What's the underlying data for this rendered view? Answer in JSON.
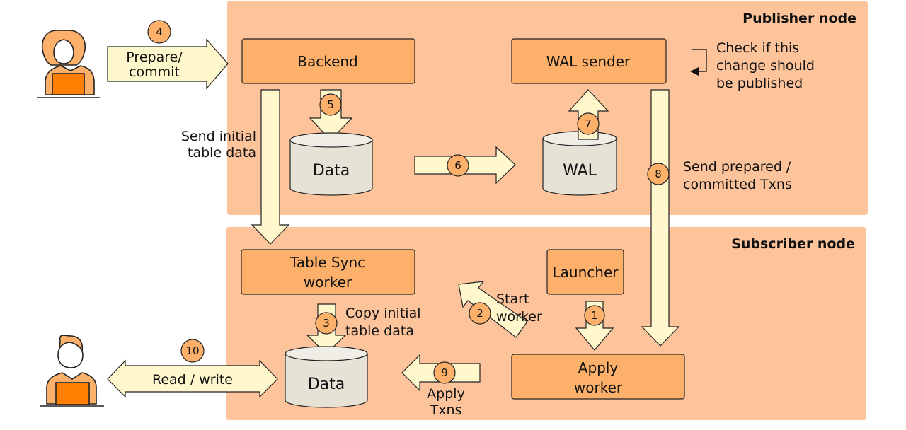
{
  "colors": {
    "node_background": "#fdc39b",
    "process_box": "#fdb06a",
    "arrow_fill": "#fff8cc",
    "storage_fill": "#e6e3d6",
    "laptop": "#ff8000"
  },
  "publisher": {
    "title": "Publisher node",
    "backend_label": "Backend",
    "wal_sender_label": "WAL sender",
    "data_label": "Data",
    "wal_label": "WAL",
    "check_note": [
      "Check if this",
      "change should",
      "be published"
    ],
    "send_txns_note": [
      "Send prepared /",
      "committed Txns"
    ]
  },
  "subscriber": {
    "title": "Subscriber node",
    "table_sync_label": [
      "Table Sync",
      "worker"
    ],
    "launcher_label": "Launcher",
    "apply_worker_label": [
      "Apply",
      "worker"
    ],
    "data_label": "Data",
    "copy_note": [
      "Copy initial",
      "table data"
    ],
    "start_note": [
      "Start",
      "worker"
    ],
    "apply_txns_note": [
      "Apply",
      "Txns"
    ]
  },
  "external": {
    "prepare_commit_label": [
      "Prepare/",
      "commit"
    ],
    "send_initial_note": [
      "Send initial",
      "table data"
    ],
    "read_write_label": "Read / write"
  },
  "steps": {
    "s1": "1",
    "s2": "2",
    "s3": "3",
    "s4": "4",
    "s5": "5",
    "s6": "6",
    "s7": "7",
    "s8": "8",
    "s9": "9",
    "s10": "10"
  },
  "icons": {
    "user_top": "person-with-laptop-icon",
    "user_bottom": "person-with-laptop-icon",
    "self_loop": "return-arrow-icon"
  }
}
